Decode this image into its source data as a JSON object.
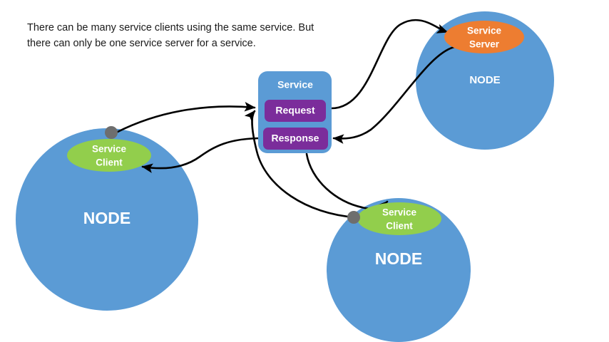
{
  "caption": {
    "text": "There can be many service clients using the same service. But\nthere can only be one service server for a service."
  },
  "colors": {
    "node_blue": "#5B9BD5",
    "service_box_blue": "#5B9BD5",
    "slot_purple": "#7B2D9B",
    "client_green": "#92CE4C",
    "server_orange": "#ED7D31",
    "connector_gray": "#6E6E6E",
    "arrow_black": "#000000",
    "text_white": "#FFFFFF",
    "caption_text": "#1A1A1A",
    "background": "#FFFFFF"
  },
  "service_box": {
    "title": "Service",
    "slots": [
      {
        "id": "request",
        "label": "Request"
      },
      {
        "id": "response",
        "label": "Response"
      }
    ]
  },
  "nodes": [
    {
      "id": "node-server",
      "label": "NODE",
      "role_label_line1": "Service",
      "role_label_line2": "Server",
      "role": "server"
    },
    {
      "id": "node-client-left",
      "label": "NODE",
      "role_label_line1": "Service",
      "role_label_line2": "Client",
      "role": "client"
    },
    {
      "id": "node-client-bottom",
      "label": "NODE",
      "role_label_line1": "Service",
      "role_label_line2": "Client",
      "role": "client"
    }
  ],
  "connections": [
    {
      "id": "req-to-server",
      "from": "request",
      "to": "node-server"
    },
    {
      "id": "server-to-resp",
      "from": "node-server",
      "to": "response"
    },
    {
      "id": "left-client-to-req",
      "from": "node-client-left",
      "to": "request"
    },
    {
      "id": "resp-to-left-client",
      "from": "response",
      "to": "node-client-left"
    },
    {
      "id": "bottom-client-to-req",
      "from": "node-client-bottom",
      "to": "request"
    },
    {
      "id": "resp-to-bottom-client",
      "from": "response",
      "to": "node-client-bottom"
    }
  ]
}
